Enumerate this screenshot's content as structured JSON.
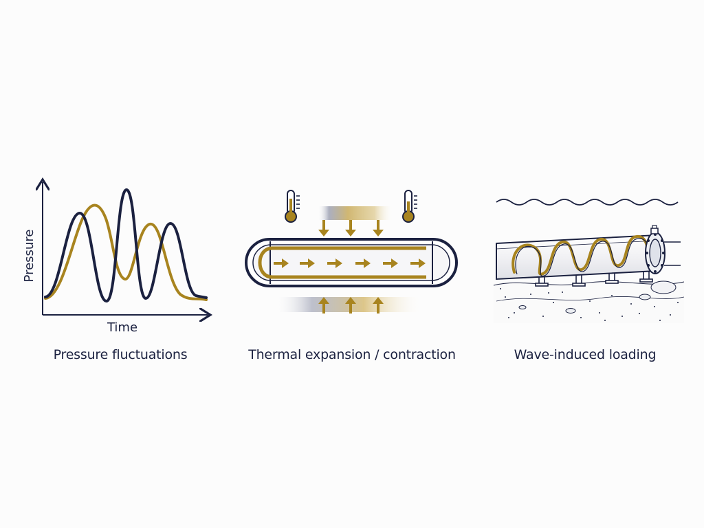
{
  "colors": {
    "navy": "#1b2140",
    "gold": "#a8841f",
    "background": "#fcfcfc"
  },
  "panels": [
    {
      "caption": "Pressure fluctuations",
      "x_axis_label": "Time",
      "y_axis_label": "Pressure",
      "icons": [
        "line-chart-icon"
      ]
    },
    {
      "caption": "Thermal expansion / contraction",
      "icons": [
        "thermometer-icon",
        "pipe-icon",
        "arrow-icon"
      ]
    },
    {
      "caption": "Wave-induced loading",
      "icons": [
        "wave-icon",
        "pipe-icon",
        "spiral-load-icon",
        "flange-icon",
        "seabed-icon"
      ]
    }
  ]
}
